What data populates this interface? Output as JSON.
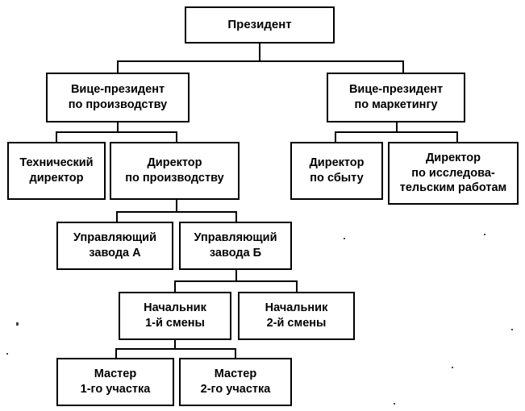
{
  "org_chart": {
    "president": [
      "Президент"
    ],
    "vp_production": [
      "Вице-президент",
      "по производству"
    ],
    "vp_marketing": [
      "Вице-президент",
      "по маркетингу"
    ],
    "technical_director": [
      "Технический",
      "директор"
    ],
    "production_director": [
      "Директор",
      "по производству"
    ],
    "sales_director": [
      "Директор",
      "по сбыту"
    ],
    "research_director": [
      "Директор",
      "по исследова-",
      "тельским работам"
    ],
    "plant_a_manager": [
      "Управляющий",
      "завода А"
    ],
    "plant_b_manager": [
      "Управляющий",
      "завода Б"
    ],
    "shift_1_head": [
      "Начальник",
      "1-й смены"
    ],
    "shift_2_head": [
      "Начальник",
      "2-й смены"
    ],
    "section_1_master": [
      "Мастер",
      "1-го участка"
    ],
    "section_2_master": [
      "Мастер",
      "2-го участка"
    ]
  },
  "colors": {
    "line": "#000000",
    "box_border": "#000000",
    "background": "#ffffff",
    "text": "#000000"
  }
}
